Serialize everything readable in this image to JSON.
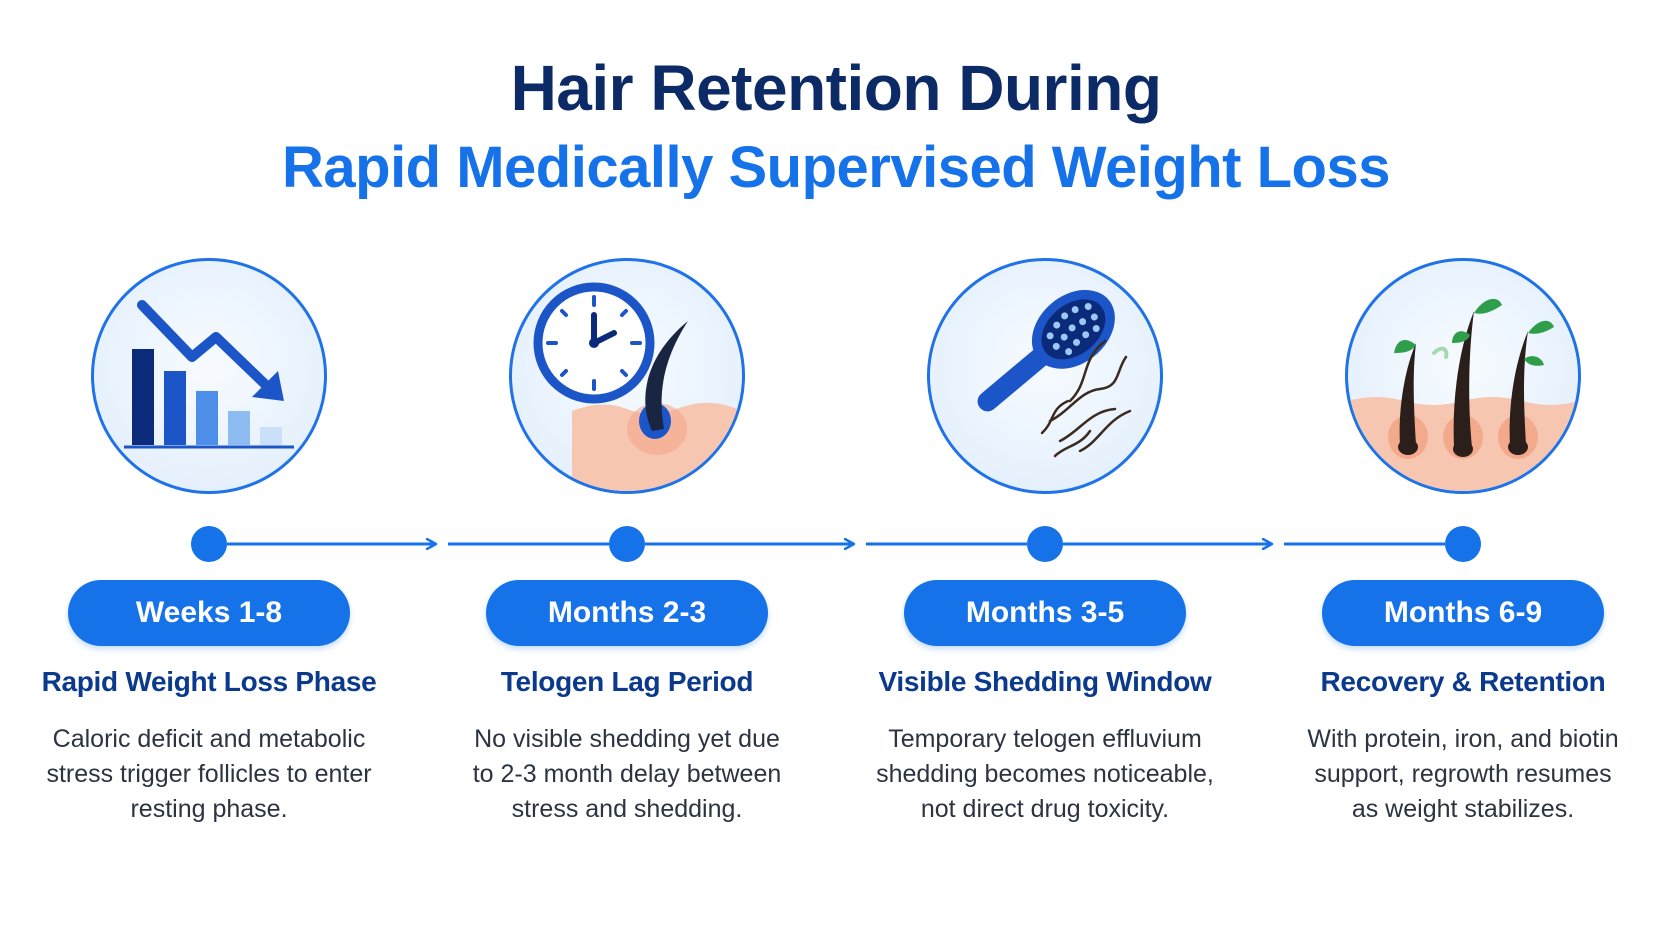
{
  "title": {
    "line1": "Hair Retention During",
    "line2": "Rapid Medically Supervised Weight Loss"
  },
  "colors": {
    "navy": "#0b2a66",
    "accent_blue": "#1572e8",
    "heading_blue": "#0b3a8c",
    "body_text": "#2b3440",
    "skin": "#f7c6b0",
    "hair": "#2a1f1a",
    "leaf_green": "#2e9e4a"
  },
  "stages": [
    {
      "pill": "Weeks 1-8",
      "heading": "Rapid Weight Loss Phase",
      "desc_lines": [
        "Caloric deficit and metabolic",
        "stress trigger follicles to enter",
        "resting phase."
      ],
      "icon": "declining-bar-chart-icon"
    },
    {
      "pill": "Months 2-3",
      "heading": "Telogen Lag Period",
      "desc_lines": [
        "No visible shedding yet due",
        "to 2-3 month delay between",
        "stress and shedding."
      ],
      "icon": "clock-hair-follicle-icon"
    },
    {
      "pill": "Months 3-5",
      "heading": "Visible Shedding Window",
      "desc_lines": [
        "Temporary telogen effluvium",
        "shedding becomes noticeable,",
        "not direct drug toxicity."
      ],
      "icon": "hairbrush-shedding-icon"
    },
    {
      "pill": "Months 6-9",
      "heading": "Recovery & Retention",
      "desc_lines": [
        "With protein, iron, and biotin",
        "support, regrowth resumes",
        "as weight stabilizes."
      ],
      "icon": "hair-regrowth-sprouts-icon"
    }
  ]
}
